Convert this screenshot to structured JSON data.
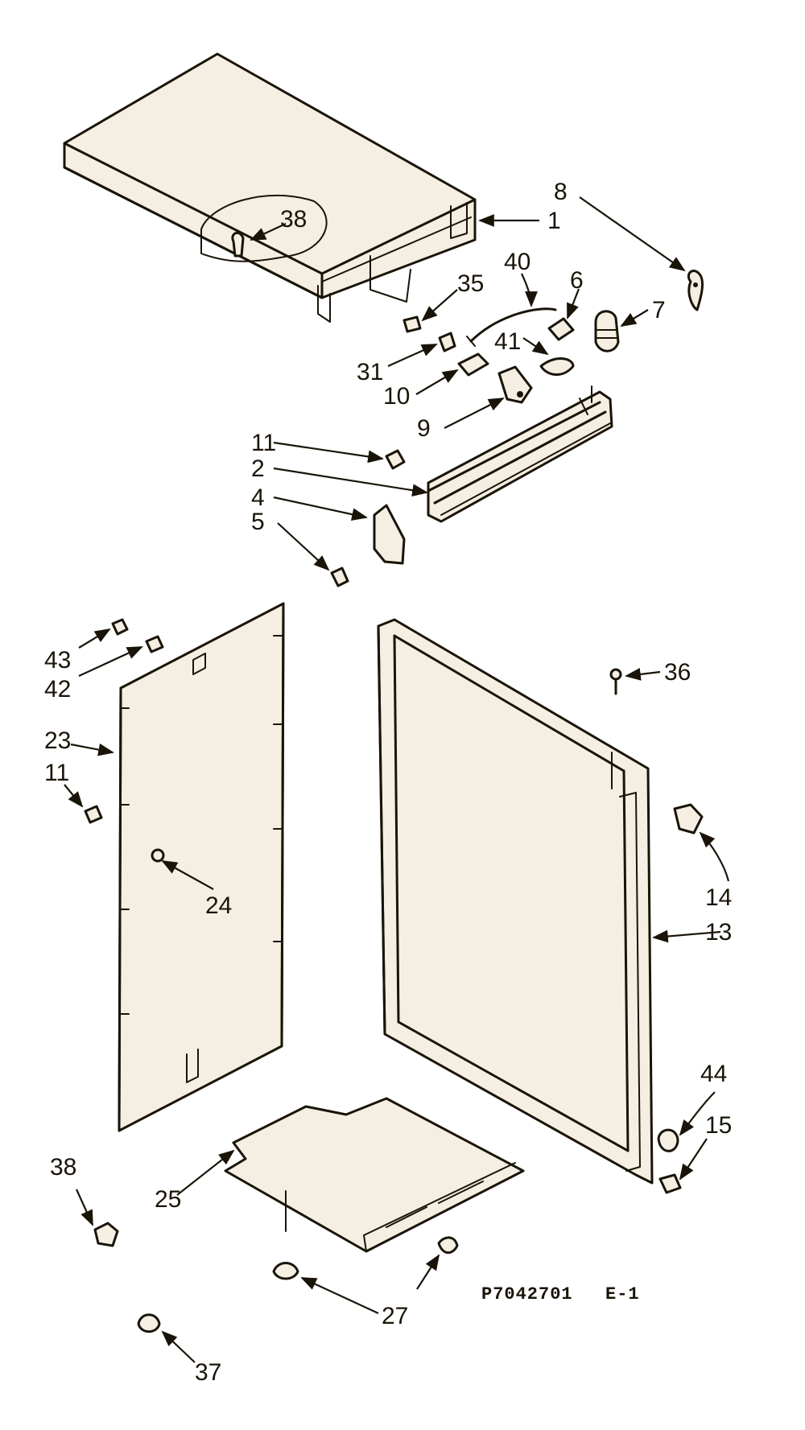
{
  "diagram_code": "P7042701",
  "diagram_section": "E-1",
  "callouts": {
    "c1": "1",
    "c2": "2",
    "c4": "4",
    "c5": "5",
    "c6": "6",
    "c7": "7",
    "c8": "8",
    "c9": "9",
    "c10": "10",
    "c11a": "11",
    "c11b": "11",
    "c13": "13",
    "c14": "14",
    "c15": "15",
    "c23": "23",
    "c24": "24",
    "c25": "25",
    "c27": "27",
    "c31": "31",
    "c35": "35",
    "c36": "36",
    "c37": "37",
    "c38a": "38",
    "c38b": "38",
    "c40": "40",
    "c41": "41",
    "c42": "42",
    "c43": "43",
    "c44": "44"
  }
}
